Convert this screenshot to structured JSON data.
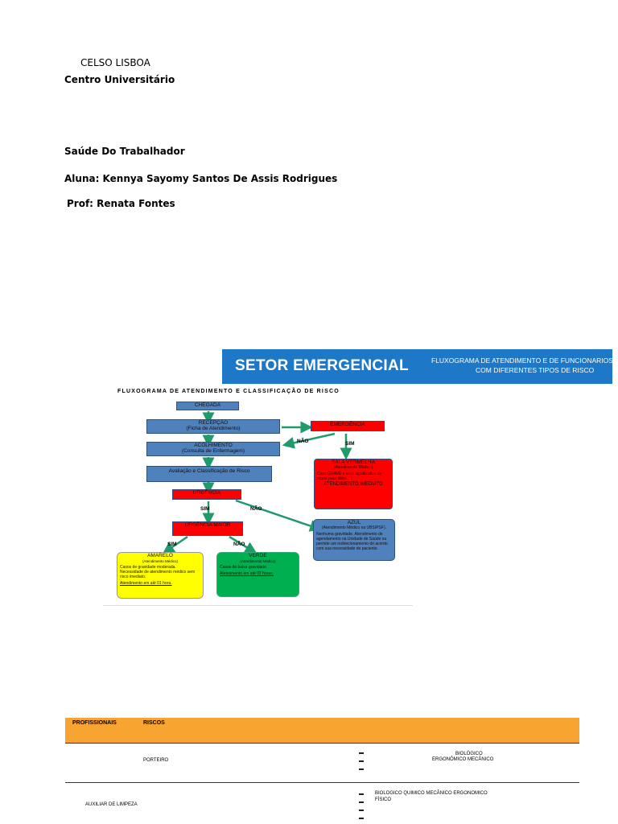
{
  "header": {
    "institution": "CELSO LISBOA",
    "subtitle": "Centro Universitário",
    "course": "Saúde Do Trabalhador",
    "student": "Aluna: Kennya Sayomy Santos De Assis Rodrigues",
    "professor": "Prof: Renata Fontes"
  },
  "banner": {
    "title": "SETOR EMERGENCIAL",
    "sub_line1": "FLUXOGRAMA DE ATENDIMENTO E DE FUNCIONARIOS",
    "sub_line2": "COM DIFERENTES  TIPOS DE RISCO"
  },
  "flowchart": {
    "title": "FLUXOGRAMA DE ATENDIMENTO E CLASSIFICAÇÃO DE RISCO",
    "chegada": "CHEGADA",
    "recepcao": "RECEPÇÃO",
    "recepcao_sub": "(Ficha de Atendimento)",
    "emergencia": "EMERGÊNCIA",
    "acolhimento": "ACOLHIMENTO",
    "acolhimento_sub": "(Consulta de Enfermagem)",
    "avaliacao": "Avaliação e Classificação de Risco",
    "urgencia": "URGÊNCIA",
    "urgencia_maior": "URGÊNCIA MAIOR",
    "sala_vermelha": "SALA VERMELHA",
    "sala_vermelha_sub": "(Atendimento Médico)",
    "sala_vermelha_text": "Caso GRAVE e risco significativo de morte para óbito.",
    "atendimento_imediato": "ATENDIMENTO IMEDIATO",
    "azul": "AZUL",
    "azul_sub": "(Atendimento Médico na UBS/PSF).",
    "azul_text": "Nenhuma gravidade. Atendimento de agendamento na Unidade de Saúde ou permite um redirecionamento de acordo com sua necessidade de paciente.",
    "amarelo": "AMARELO",
    "amarelo_sub": "(Atendimento Médico)",
    "amarelo_text": "Casos de gravidade moderada. Necessidade de atendimento médico sem risco imediato.",
    "amarelo_time": "Atendimento em até 01 hora.",
    "verde": "VERDE",
    "verde_sub": "(Atendimento Médico)",
    "verde_text": "Casos de baixa gravidade.",
    "verde_time": "Atendimento em até 02 horas.",
    "nao1": "NÃO",
    "sim1": "SIM",
    "sim2": "SIM",
    "nao2": "NÃO",
    "sim3": "SIM",
    "nao3": "NÃO"
  },
  "table": {
    "col_profissionais": "PROFISSIONAIS",
    "col_riscos": "RISCOS",
    "rows": [
      {
        "profissional": "PORTEIRO",
        "riscos_line1": "BIOLÓGICO",
        "riscos_line2": "ERGONÔMICO MECÂNICO"
      },
      {
        "profissional": "AUXILIAR DE LIMPEZA",
        "riscos_line1": "BIOLOGICO QUIMICO MECÂNICO ERGONOMICO",
        "riscos_line2": "FÍSICO"
      }
    ]
  },
  "colors": {
    "banner": "#1e78c8",
    "table_header": "#f8a431",
    "box_blue": "#4f81bd",
    "box_red": "#ff0000",
    "box_yellow": "#ffff00",
    "box_green": "#00b050",
    "arrow_green": "#1f9a6a"
  }
}
